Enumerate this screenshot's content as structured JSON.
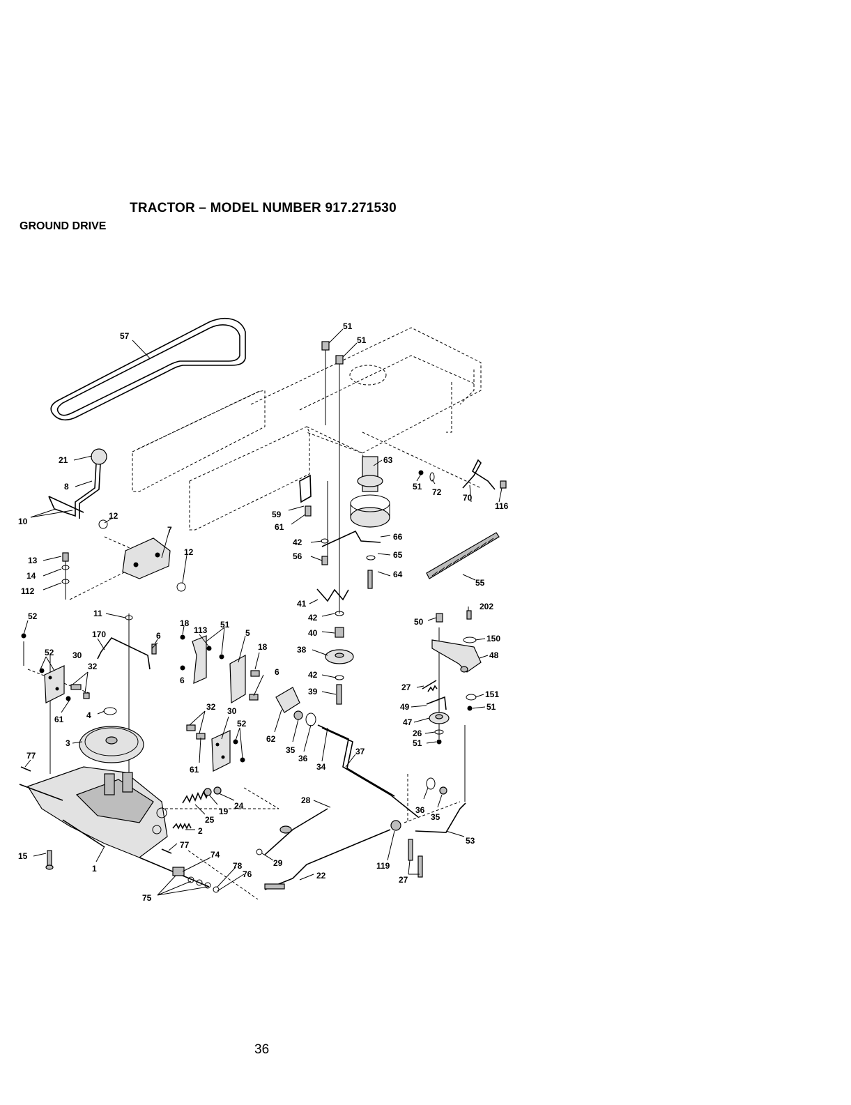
{
  "header": {
    "title": "TRACTOR – MODEL NUMBER 917.271530",
    "subtitle": "GROUND DRIVE"
  },
  "footer": {
    "page_number": "36"
  },
  "callouts": {
    "c57": "57",
    "c51a": "51",
    "c51b": "51",
    "c21": "21",
    "c8": "8",
    "c12a": "12",
    "c10": "10",
    "c7": "7",
    "c13": "13",
    "c12b": "12",
    "c14": "14",
    "c112": "112",
    "c52a": "52",
    "c11": "11",
    "c170": "170",
    "c6a": "6",
    "c52b": "52",
    "c30a": "30",
    "c32a": "32",
    "c61a": "61",
    "c4": "4",
    "c3": "3",
    "c77a": "77",
    "c15": "15",
    "c1": "1",
    "c63": "63",
    "c51c": "51",
    "c72": "72",
    "c70": "70",
    "c116": "116",
    "c59": "59",
    "c61b": "61",
    "c66": "66",
    "c42a": "42",
    "c65": "65",
    "c56": "56",
    "c64": "64",
    "c55": "55",
    "c41": "41",
    "c42b": "42",
    "c40": "40",
    "c38": "38",
    "c42c": "42",
    "c39": "39",
    "c18a": "18",
    "c113": "113",
    "c51d": "51",
    "c5": "5",
    "c18b": "18",
    "c6b": "6",
    "c6c": "6",
    "c32b": "32",
    "c30b": "30",
    "c52c": "52",
    "c61c": "61",
    "c62": "62",
    "c35a": "35",
    "c36a": "36",
    "c34": "34",
    "c37": "37",
    "c19": "19",
    "c24": "24",
    "c25": "25",
    "c2": "2",
    "c77b": "77",
    "c74": "74",
    "c78": "78",
    "c76": "76",
    "c75": "75",
    "c28": "28",
    "c29": "29",
    "c22": "22",
    "c202": "202",
    "c50": "50",
    "c150": "150",
    "c48": "48",
    "c27a": "27",
    "c151": "151",
    "c51e": "51",
    "c49": "49",
    "c47": "47",
    "c26": "26",
    "c51f": "51",
    "c36b": "36",
    "c35b": "35",
    "c53": "53",
    "c119": "119",
    "c27b": "27"
  }
}
